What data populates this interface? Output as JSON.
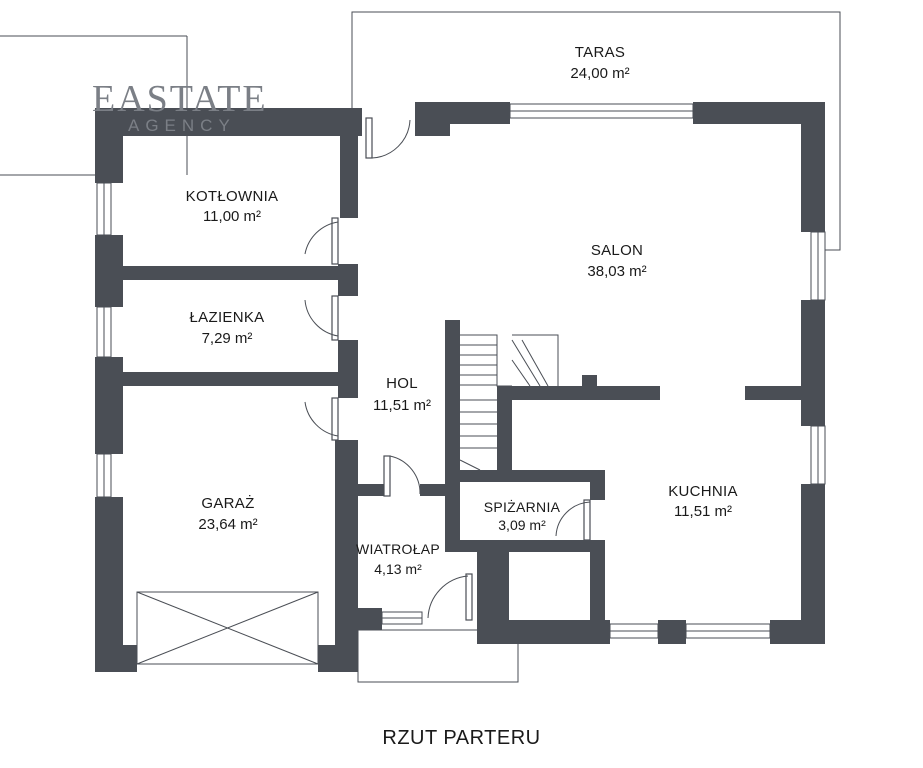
{
  "logo": {
    "word": "EASTATE",
    "sub": "AGENCY"
  },
  "plan_title": "RZUT PARTERU",
  "rooms": {
    "taras": {
      "name": "TARAS",
      "area": "24,00 m²"
    },
    "kotlownia": {
      "name": "KOTŁOWNIA",
      "area": "11,00 m²"
    },
    "salon": {
      "name": "SALON",
      "area": "38,03 m²"
    },
    "lazienka": {
      "name": "ŁAZIENKA",
      "area": "7,29 m²"
    },
    "hol": {
      "name": "HOL",
      "area": "11,51 m²"
    },
    "garaz": {
      "name": "GARAŻ",
      "area": "23,64 m²"
    },
    "spizarnia": {
      "name": "SPIŻARNIA",
      "area": "3,09 m²"
    },
    "kuchnia": {
      "name": "KUCHNIA",
      "area": "11,51 m²"
    },
    "wiatrolap": {
      "name": "WIATROŁAP",
      "area": "4,13 m²"
    }
  },
  "colors": {
    "wall": "#4a4e55",
    "logo": "#7b7f86",
    "background": "#ffffff"
  }
}
